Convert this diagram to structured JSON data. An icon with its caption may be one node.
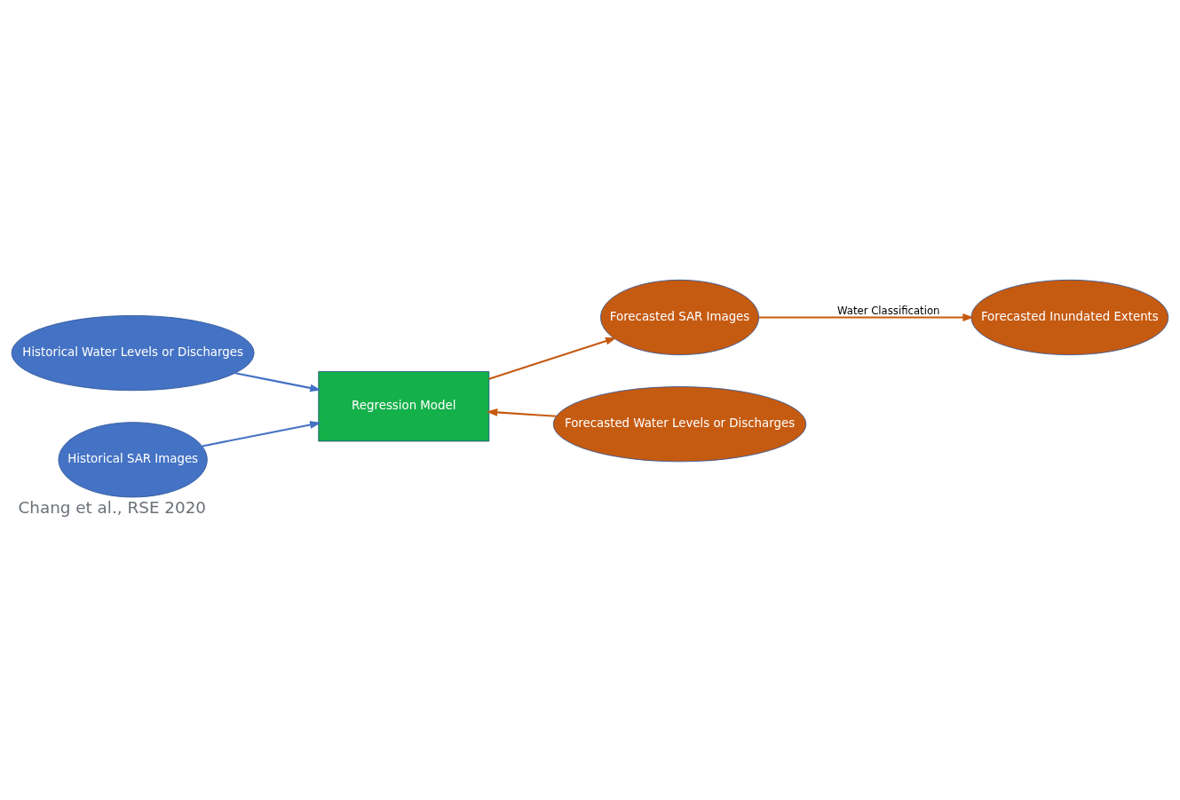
{
  "diagram": {
    "caption": "Chang et al., RSE 2020",
    "nodes": [
      {
        "text": [
          "Historical Water Levels or Discharges"
        ]
      },
      {
        "text": [
          "Historical SAR Images"
        ]
      },
      {
        "text": [
          "Regression Model"
        ]
      },
      {
        "text": [
          "Forecasted Water Levels or Discharges"
        ]
      },
      {
        "text": [
          "Forecasted SAR Images"
        ]
      },
      {
        "text": [
          "Forecasted Inundated Extents"
        ]
      }
    ],
    "edges": [
      {
        "from": 0,
        "to": 2,
        "arrow": "to",
        "color": "#4472c4"
      },
      {
        "from": 1,
        "to": 2,
        "arrow": "to",
        "color": "#4472c4"
      },
      {
        "from": 3,
        "to": 2,
        "arrow": "to"
      },
      {
        "from": 2,
        "to": 4,
        "arrow": "to"
      },
      {
        "from": 4,
        "to": 5,
        "arrow": "to",
        "label": "Water Classification"
      }
    ]
  }
}
